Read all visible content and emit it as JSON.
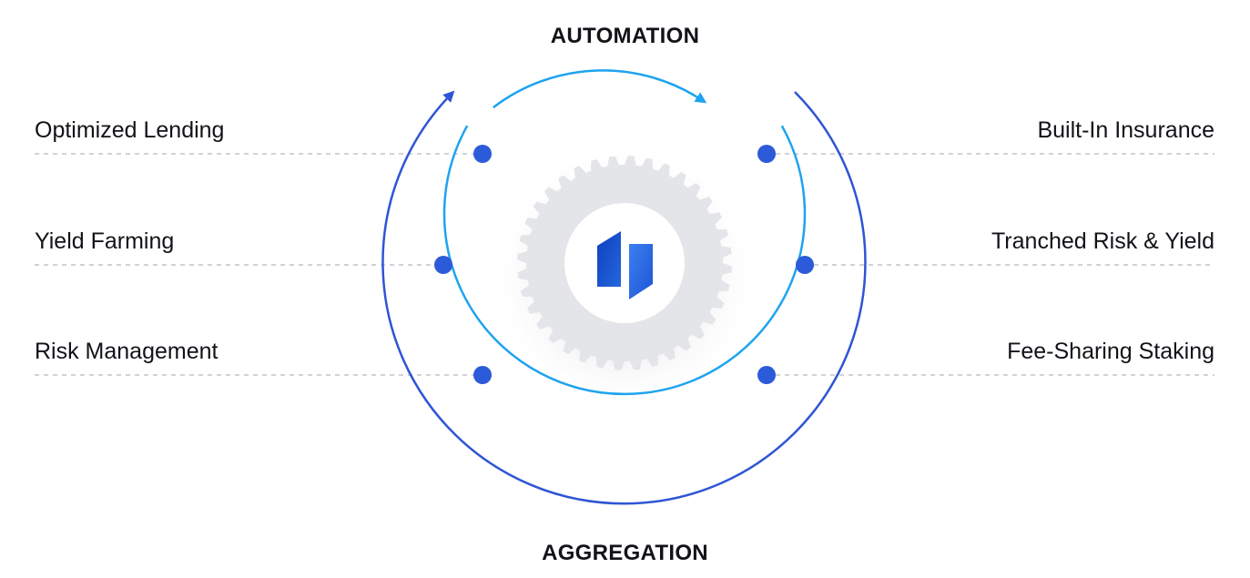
{
  "headings": {
    "top": "AUTOMATION",
    "bottom": "AGGREGATION"
  },
  "features": {
    "left": [
      "Optimized Lending",
      "Yield Farming",
      "Risk Management"
    ],
    "right": [
      "Built-In Insurance",
      "Tranched Risk & Yield",
      "Fee-Sharing Staking"
    ]
  },
  "colors": {
    "outer_ring": "#2f55d4",
    "inner_ring": "#1ea3f0",
    "node_fill": "#2c5bd9",
    "dashed_line": "#cfd3d9",
    "gear": "#e4e5e8",
    "logo_dark": "#1549c9",
    "logo_light": "#3f86ef"
  },
  "icons": {
    "center": "gear-icon",
    "logo": "brand-logo-icon"
  }
}
